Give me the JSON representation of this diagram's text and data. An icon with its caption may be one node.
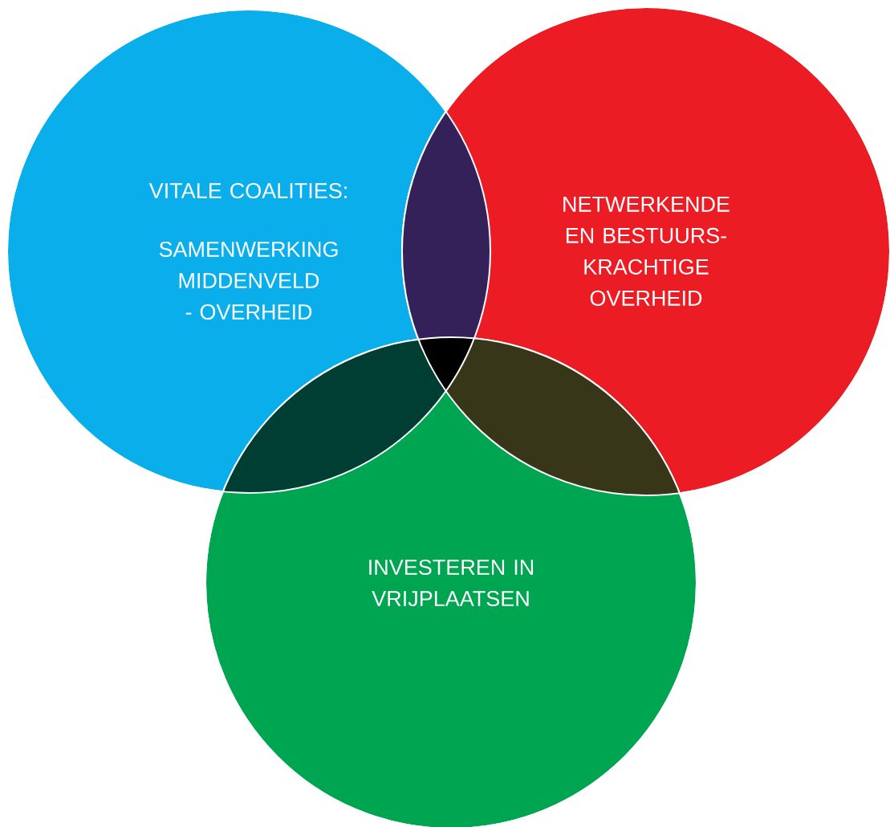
{
  "diagram": {
    "nodes": [
      {
        "text": [
          "VITALE COALITIES:",
          "SAMENWERKING MIDDENVELD - OVERHEID"
        ]
      },
      {
        "text": [
          "NETWERKENDE EN BESTUURS-KRACHTIGE OVERHEID"
        ]
      },
      {
        "text": [
          "INVESTEREN IN VRIJPLAATSEN"
        ]
      }
    ]
  }
}
